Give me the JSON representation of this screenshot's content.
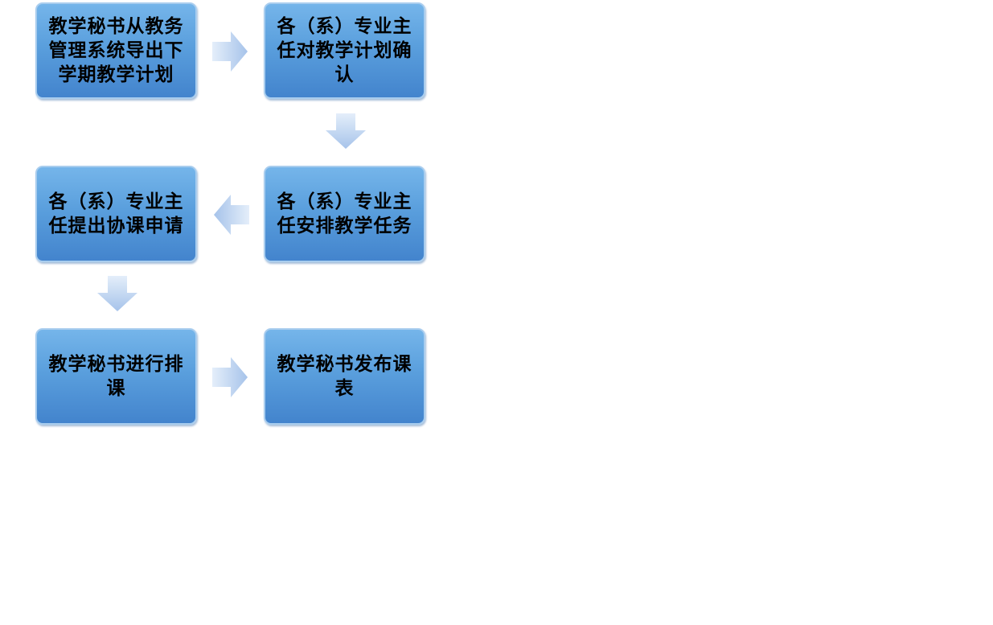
{
  "flowchart": {
    "steps": [
      {
        "label": "教学秘书从教务管理系统导出下学期教学计划"
      },
      {
        "label": "各（系）专业主任对教学计划确认"
      },
      {
        "label": "各（系）专业主任安排教学任务"
      },
      {
        "label": "各（系）专业主任提出协课申请"
      },
      {
        "label": "教学秘书进行排课"
      },
      {
        "label": "教学秘书发布课表"
      }
    ],
    "arrows": [
      {
        "from": 1,
        "to": 2,
        "direction": "right"
      },
      {
        "from": 2,
        "to": 3,
        "direction": "down"
      },
      {
        "from": 3,
        "to": 4,
        "direction": "left"
      },
      {
        "from": 4,
        "to": 5,
        "direction": "down"
      },
      {
        "from": 5,
        "to": 6,
        "direction": "right"
      }
    ],
    "colors": {
      "box_top": "#75b5ea",
      "box_bottom": "#4384cd",
      "box_border": "#a9cdee",
      "arrow_light": "#e4eefa",
      "arrow_dark": "#a6c3ea",
      "text": "#000000"
    }
  }
}
